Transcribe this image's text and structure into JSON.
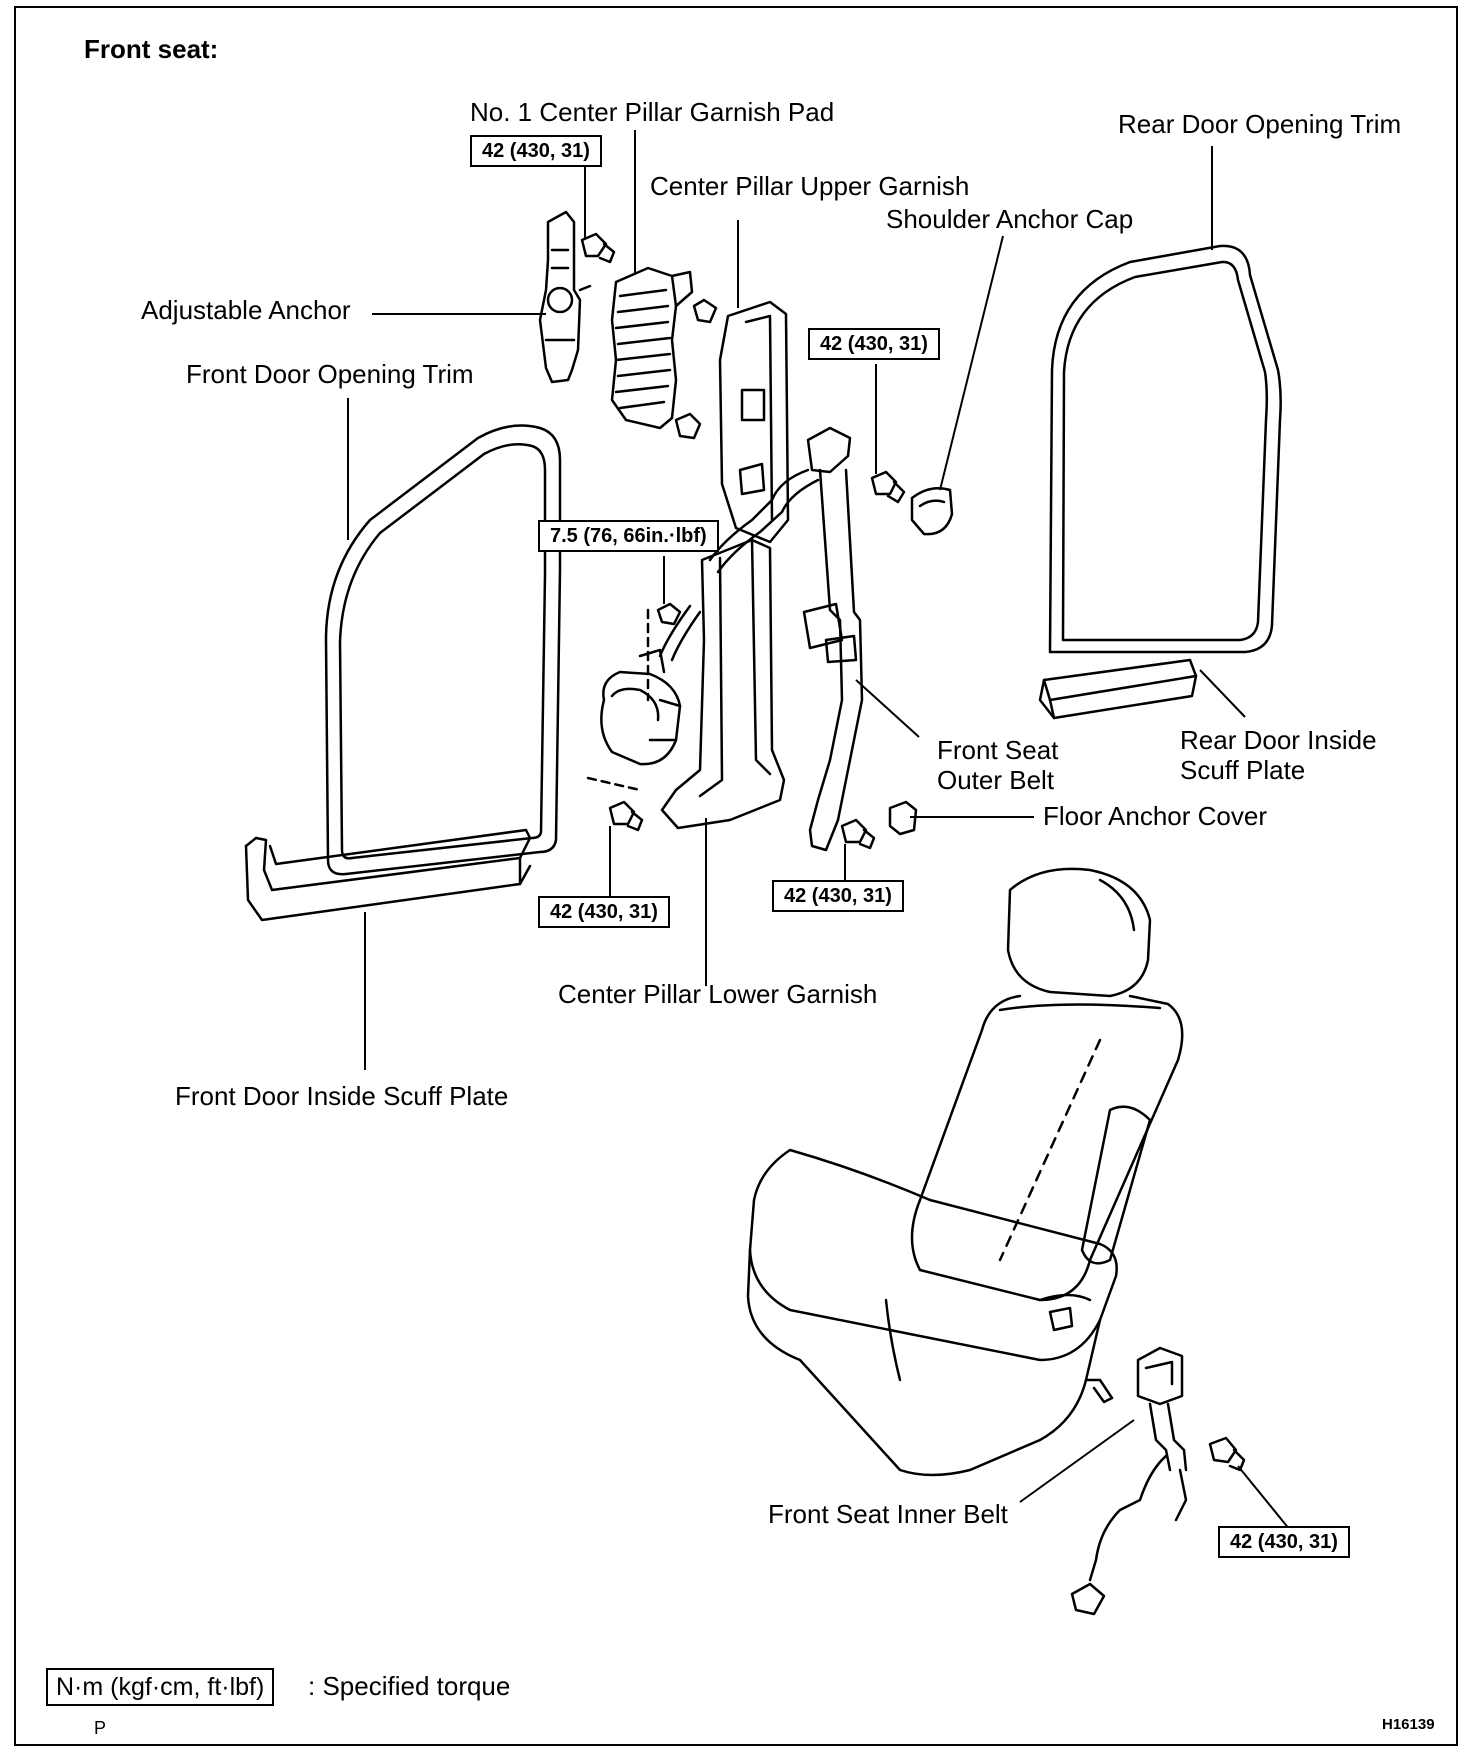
{
  "title": "Front seat:",
  "labels": {
    "garnish_pad": "No. 1 Center Pillar Garnish Pad",
    "upper_garnish": "Center Pillar Upper Garnish",
    "shoulder_cap": "Shoulder Anchor Cap",
    "rear_trim": "Rear Door Opening Trim",
    "adj_anchor": "Adjustable Anchor",
    "front_trim": "Front Door Opening Trim",
    "outer_belt": [
      "Front Seat",
      "Outer Belt"
    ],
    "rear_scuff": [
      "Rear Door Inside",
      "Scuff Plate"
    ],
    "floor_cover": "Floor Anchor Cover",
    "lower_garnish": "Center Pillar Lower Garnish",
    "front_scuff": "Front Door Inside Scuff Plate",
    "inner_belt": "Front Seat Inner Belt"
  },
  "torques": {
    "t1": "42 (430, 31)",
    "t2": "42 (430, 31)",
    "t3": "7.5 (76, 66in.·lbf)",
    "t4": "42 (430, 31)",
    "t5": "42 (430, 31)",
    "t6": "42 (430, 31)"
  },
  "legend": {
    "unit": "N·m (kgf·cm, ft·lbf)",
    "text": ": Specified torque",
    "mark": "P"
  },
  "figure_id": "H16139",
  "colors": {
    "line": "#000000",
    "background": "#ffffff"
  }
}
